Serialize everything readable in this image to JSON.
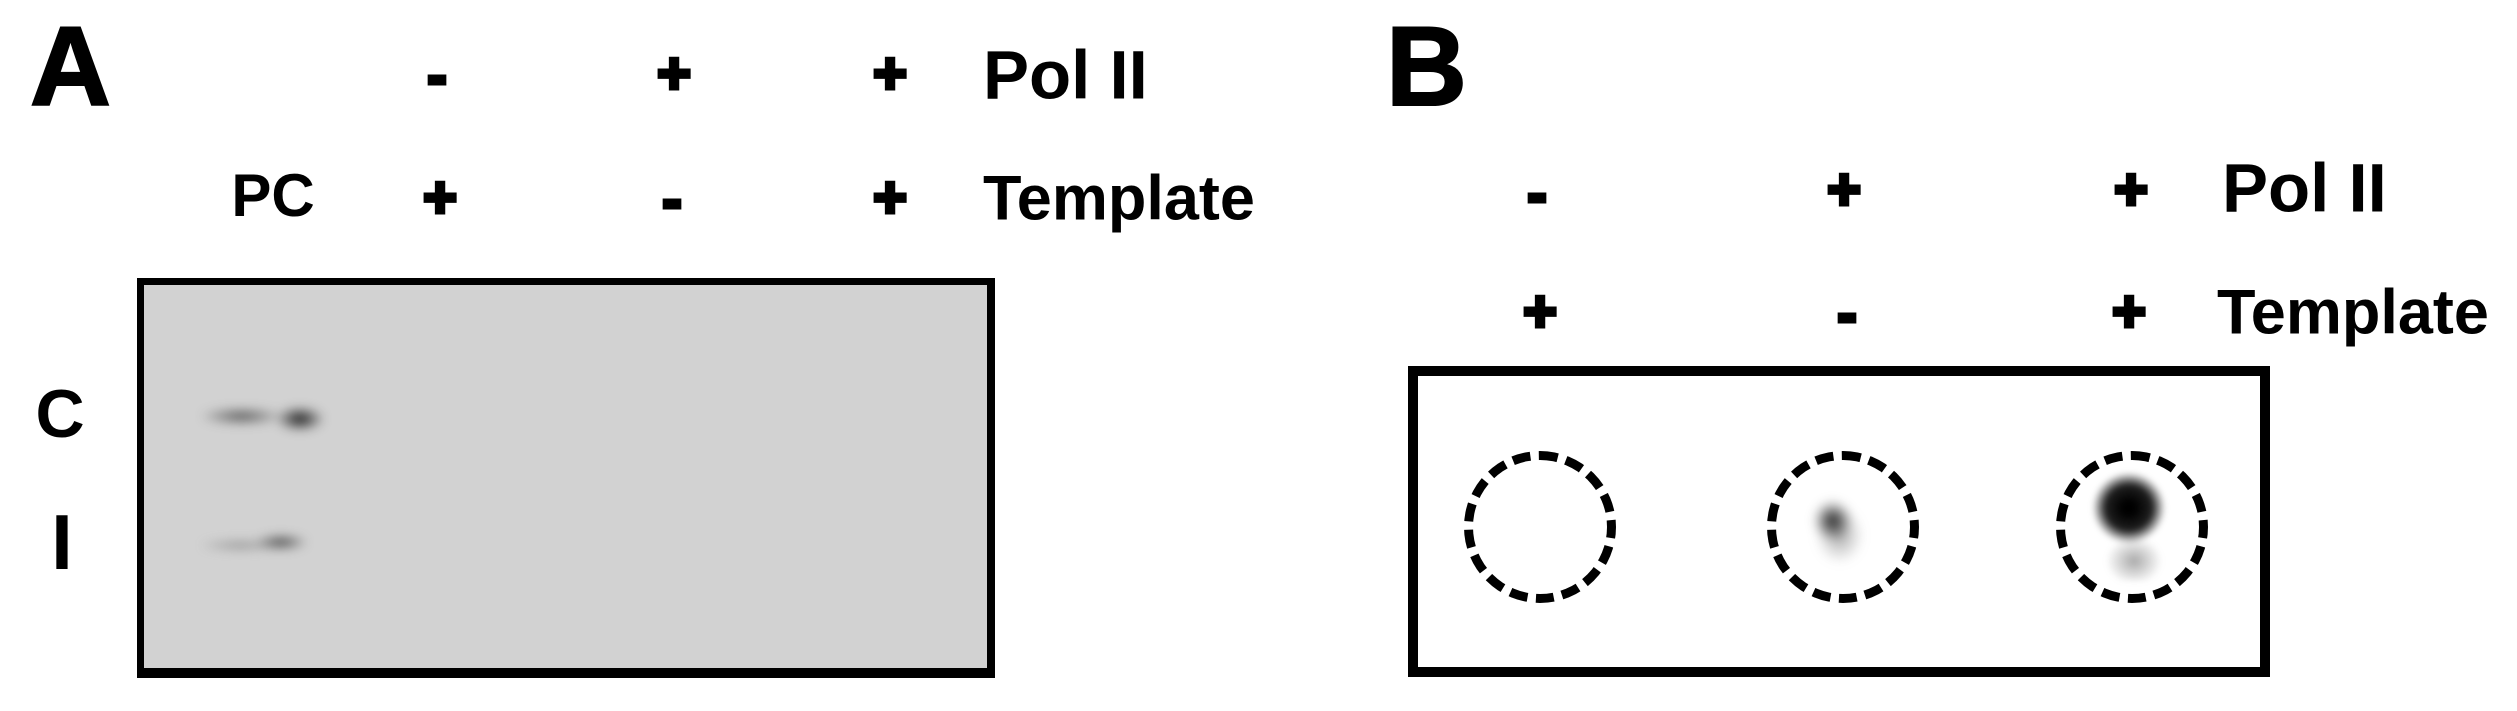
{
  "figure": {
    "description": "Two-panel blot figure with condition headers",
    "panel_labels": [
      "A",
      "B"
    ]
  },
  "panel_a": {
    "label": "A",
    "header": {
      "rows": [
        {
          "label": "Pol II",
          "values": [
            "-",
            "+",
            "+"
          ]
        },
        {
          "label": "Template",
          "lane_label": "PC",
          "values": [
            "+",
            "-",
            "+"
          ]
        }
      ]
    },
    "gel": {
      "type": "western-blot",
      "background": "#d2d2d2",
      "row_labels": [
        "C",
        "I"
      ],
      "bands": [
        {
          "row": "C",
          "lane": "PC",
          "intensity": "strong"
        },
        {
          "row": "I",
          "lane": "PC",
          "intensity": "faint"
        }
      ]
    }
  },
  "panel_b": {
    "label": "B",
    "header": {
      "rows": [
        {
          "label": "Pol II",
          "values": [
            "-",
            "+",
            "+"
          ]
        },
        {
          "label": "Template",
          "values": [
            "+",
            "-",
            "+"
          ]
        }
      ]
    },
    "blot": {
      "type": "dot-blot",
      "background": "#ffffff",
      "wells": [
        {
          "pol_ii": "-",
          "template": "+",
          "signal": "none"
        },
        {
          "pol_ii": "+",
          "template": "-",
          "signal": "weak"
        },
        {
          "pol_ii": "+",
          "template": "+",
          "signal": "strong"
        }
      ]
    }
  },
  "colors": {
    "ink": "#000000",
    "gel_background": "#d2d2d2",
    "page_background": "#ffffff"
  }
}
